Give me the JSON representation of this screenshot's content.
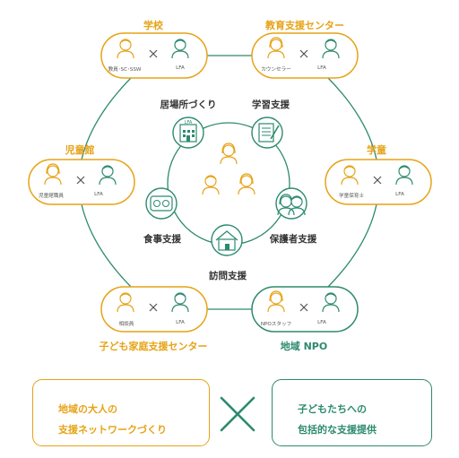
{
  "colors": {
    "orange": "#E6A317",
    "green": "#2D8A6E",
    "text": "#333333"
  },
  "hubs": [
    {
      "id": "school",
      "label": "学校",
      "left_caption": "教員･SC･SSW",
      "right_caption": "LFA"
    },
    {
      "id": "education-support-center",
      "label": "教育支援センター",
      "left_caption": "カウンセラー",
      "right_caption": "LFA"
    },
    {
      "id": "after-school-care",
      "label": "学童",
      "left_caption": "学童保育士",
      "right_caption": "LFA"
    },
    {
      "id": "npo",
      "label": "地域 NPO",
      "left_caption": "NPOスタッフ",
      "right_caption": "LFA"
    },
    {
      "id": "family-support-center",
      "label": "子ども家庭支援センター",
      "left_caption": "相談員",
      "right_caption": "LFA"
    },
    {
      "id": "childrens-hall",
      "label": "児童館",
      "left_caption": "児童館職員",
      "right_caption": "LFA"
    }
  ],
  "supports": [
    {
      "id": "place",
      "label": "居場所づくり",
      "icon": "building-icon",
      "icon_text": "LFA"
    },
    {
      "id": "study",
      "label": "学習支援",
      "icon": "notebook-icon"
    },
    {
      "id": "guardian",
      "label": "保護者支援",
      "icon": "parents-icon"
    },
    {
      "id": "visit",
      "label": "訪問支援",
      "icon": "house-icon"
    },
    {
      "id": "meal",
      "label": "食事支援",
      "icon": "meal-icon"
    }
  ],
  "bottom": {
    "left_text": "地域の大人の\n支援ネットワークづくり",
    "right_text": "子どもたちへの\n包括的な支援提供",
    "operator_icon": "multiply-icon"
  }
}
